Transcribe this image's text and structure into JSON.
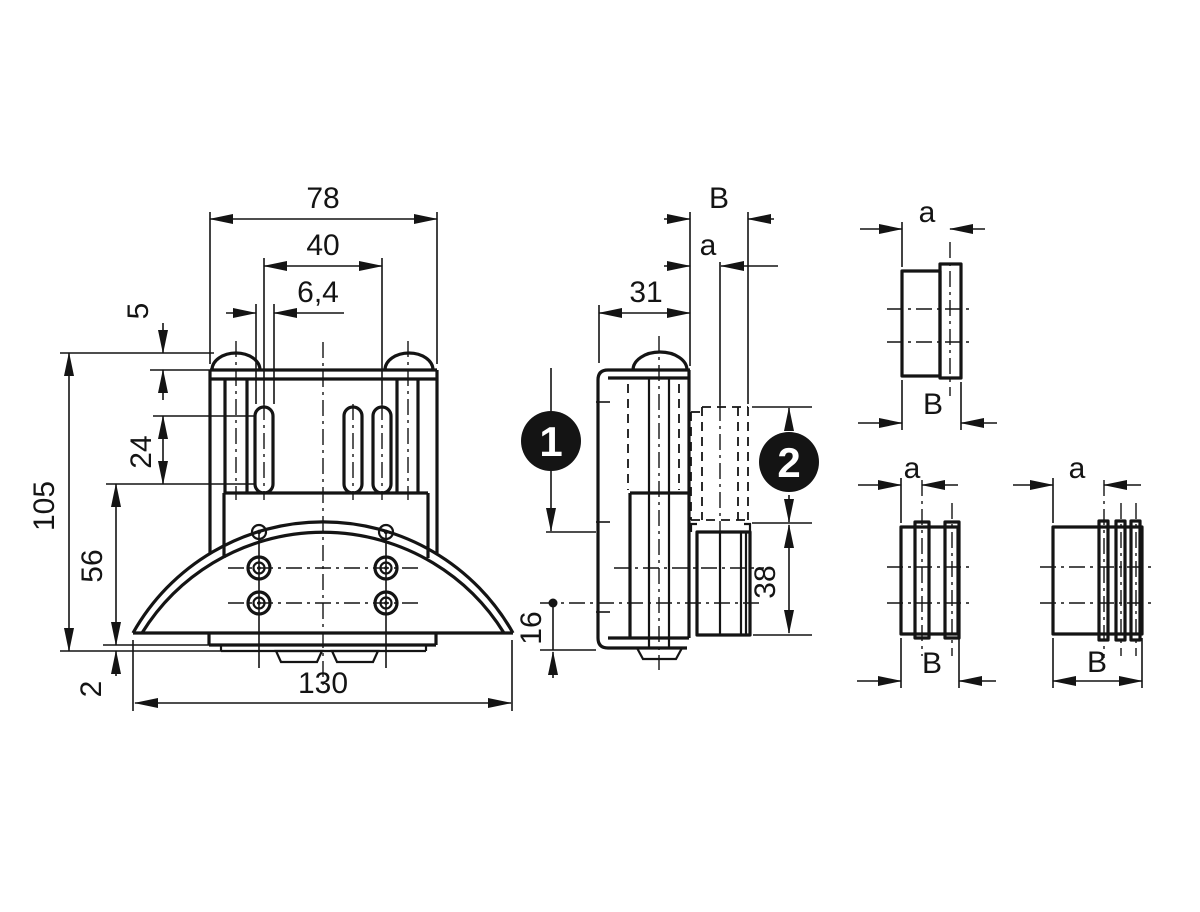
{
  "drawing": {
    "background": "#ffffff",
    "line_color": "#141414",
    "front_view": {
      "dim_top_width": "78",
      "dim_slot_spacing": "40",
      "dim_slot_width": "6,4",
      "dim_cap_height": "5",
      "dim_slot_length": "24",
      "dim_total_height": "105",
      "dim_base_height": "56",
      "dim_plate_thickness": "2",
      "dim_base_width": "130"
    },
    "side_view": {
      "dim_tube_width": "B",
      "dim_wall_offset": "a",
      "dim_depth": "31",
      "dim_insert_length": "38",
      "dim_pivot_offset": "16",
      "balloons": [
        {
          "label": "1"
        },
        {
          "label": "2"
        }
      ]
    },
    "detail_views": {
      "flat_profile": {
        "dim_a": "a",
        "dim_b": "B"
      },
      "double_rib_profile": {
        "dim_a": "a",
        "dim_b": "B"
      },
      "triple_rib_profile": {
        "dim_a": "a",
        "dim_b": "B"
      }
    }
  }
}
